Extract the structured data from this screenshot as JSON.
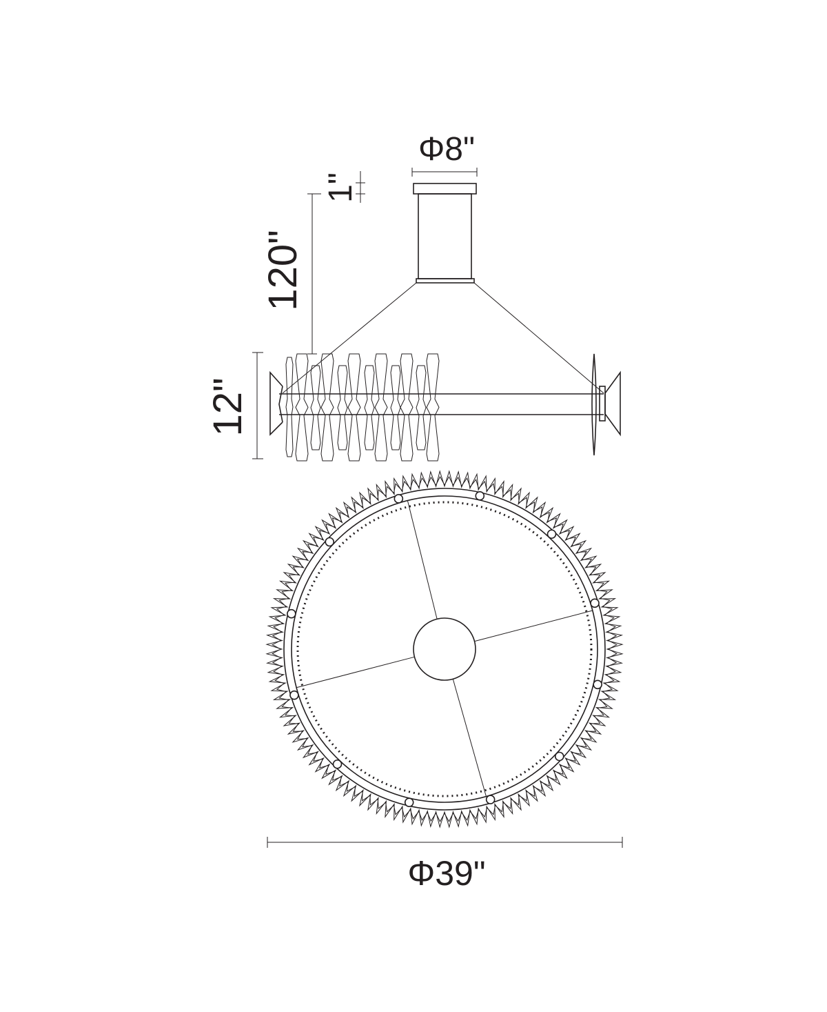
{
  "title": "Chandelier dimension drawing",
  "dimensions": {
    "canopy_diameter": "Φ8\"",
    "canopy_height": "1\"",
    "overall_drop": "120\"",
    "fixture_height": "12\"",
    "fixture_diameter": "Φ39\""
  },
  "colors": {
    "line": "#231f20",
    "background": "#ffffff"
  }
}
